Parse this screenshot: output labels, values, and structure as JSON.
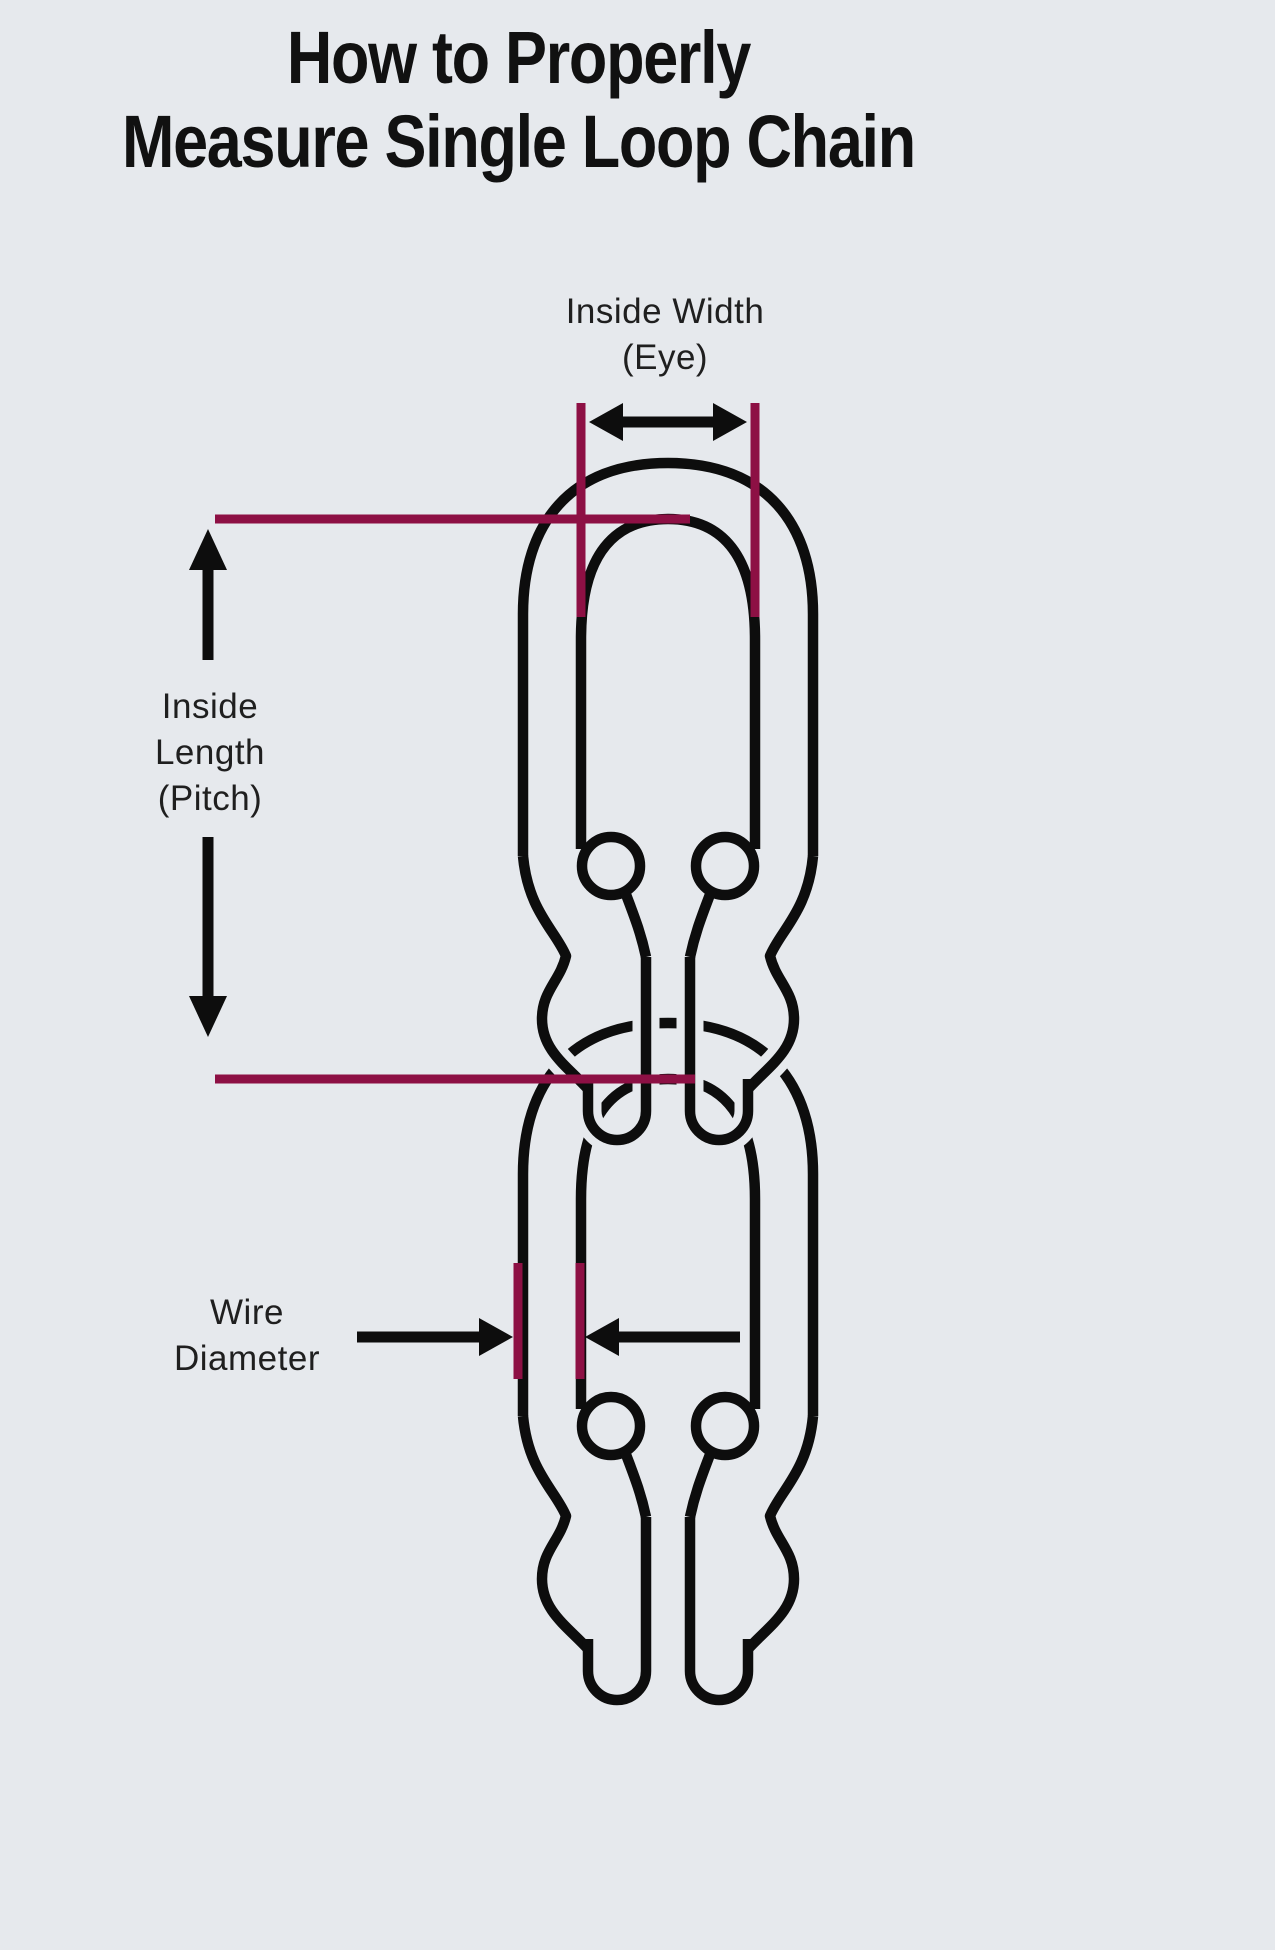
{
  "title": {
    "lines": [
      "How to Properly",
      "Measure Single Loop Chain"
    ]
  },
  "labels": {
    "inside_width": {
      "lines": [
        "Inside Width",
        "(Eye)"
      ]
    },
    "inside_length": {
      "lines": [
        "Inside",
        "Length",
        "(Pitch)"
      ]
    },
    "wire_diameter": {
      "lines": [
        "Wire",
        "Diameter"
      ]
    }
  },
  "diagram": {
    "subject": "single loop chain, two interlocked links",
    "measurements": [
      {
        "name": "inside-width-eye",
        "marker_color": "#8d1044"
      },
      {
        "name": "inside-length-pitch",
        "marker_color": "#8d1044"
      },
      {
        "name": "wire-diameter",
        "marker_color": "#8d1044"
      }
    ]
  },
  "colors": {
    "background": "#e6e9ed",
    "chain": "#0d0d0d",
    "measure": "#8d1044",
    "text": "#1f1f1f",
    "title": "#111111"
  }
}
